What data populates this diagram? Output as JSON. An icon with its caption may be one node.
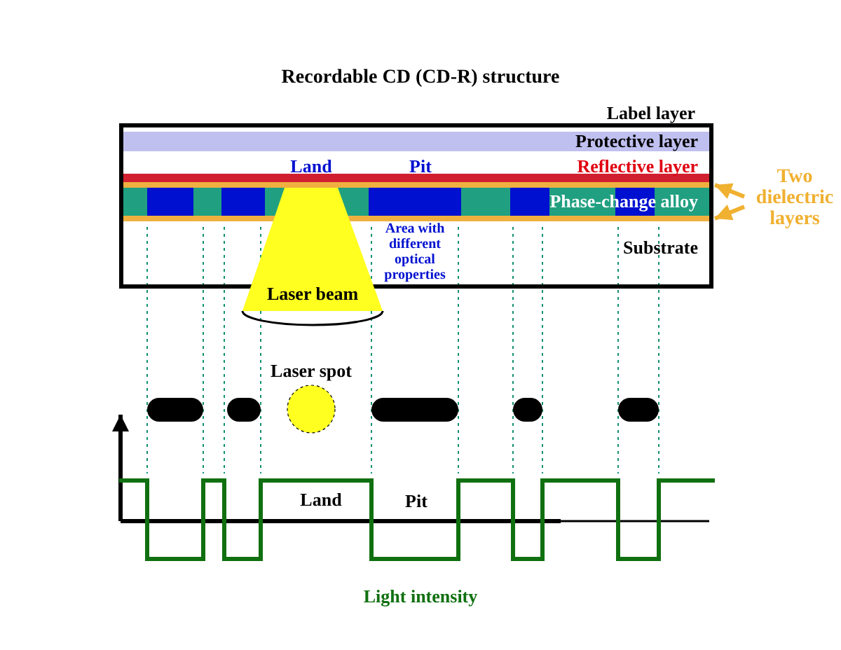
{
  "diagram": {
    "title": "Recordable CD (CD-R) structure",
    "nodes": [
      {
        "text": [
          "Two dielectric layers"
        ]
      },
      {
        "text": [],
        "shape": "bar"
      },
      {
        "text": [],
        "shape": "bar"
      }
    ],
    "edges": [
      {
        "from": 0,
        "to": 1,
        "arrow": "to"
      },
      {
        "from": 0,
        "to": 2,
        "arrow": "to"
      }
    ],
    "labels": [
      "Label layer",
      "Protective layer",
      "Land",
      "Pit",
      "Reflective layer",
      "Phase-change alloy",
      "Substrate",
      "Area with different optical properties",
      "Laser beam",
      "Laser spot",
      "Land",
      "Pit",
      "Light intensity"
    ]
  }
}
